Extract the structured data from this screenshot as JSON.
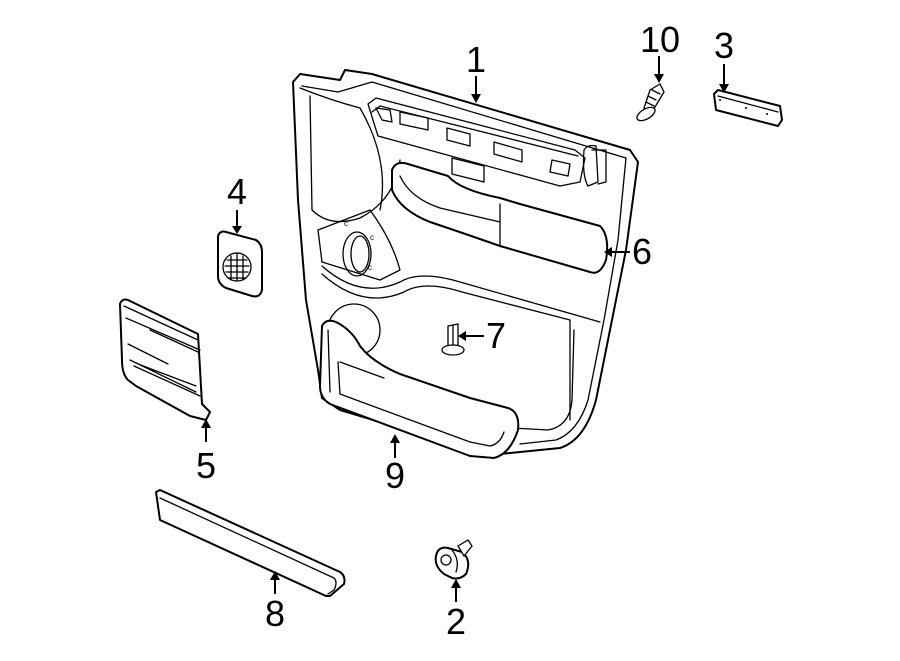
{
  "diagram": {
    "title": "Door trim panel components",
    "callouts": [
      {
        "id": "1",
        "label": "1",
        "part": "door-trim-panel"
      },
      {
        "id": "2",
        "label": "2",
        "part": "push-pin-retainer"
      },
      {
        "id": "3",
        "label": "3",
        "part": "pull-handle-block"
      },
      {
        "id": "4",
        "label": "4",
        "part": "speaker-grille"
      },
      {
        "id": "5",
        "label": "5",
        "part": "map-pocket-trim"
      },
      {
        "id": "6",
        "label": "6",
        "part": "armrest"
      },
      {
        "id": "7",
        "label": "7",
        "part": "panel-clip"
      },
      {
        "id": "8",
        "label": "8",
        "part": "lower-molding"
      },
      {
        "id": "9",
        "label": "9",
        "part": "map-pocket"
      },
      {
        "id": "10",
        "label": "10",
        "part": "screw"
      }
    ]
  }
}
